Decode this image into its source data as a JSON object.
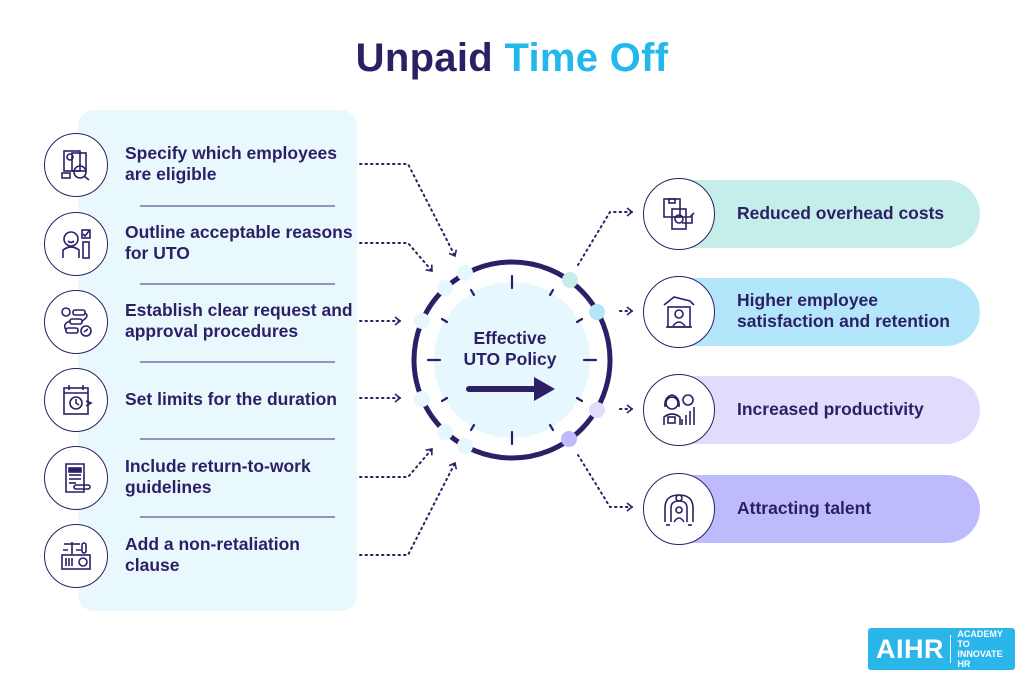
{
  "title": {
    "part1": "Unpaid",
    "part2": "Time Off",
    "color1": "#2d1f66",
    "color2": "#22b8ec"
  },
  "left_panel": {
    "background": "#e8f8fd",
    "items": [
      {
        "icon": "employee-documents-search-icon",
        "label": "Specify which employees are eligible"
      },
      {
        "icon": "employee-checklist-icon",
        "label": "Outline acceptable reasons for UTO"
      },
      {
        "icon": "workflow-approval-icon",
        "label": "Establish clear request and approval procedures"
      },
      {
        "icon": "calendar-clock-icon",
        "label": "Set limits for the duration"
      },
      {
        "icon": "document-pen-icon",
        "label": "Include return-to-work guidelines"
      },
      {
        "icon": "scales-justice-icon",
        "label": "Add a non-retaliation clause"
      }
    ]
  },
  "center": {
    "label_line1": "Effective",
    "label_line2": "UTO Policy",
    "icon": "arrow-right-icon"
  },
  "right_items": [
    {
      "icon": "money-handshake-icon",
      "label": "Reduced overhead costs",
      "color": "#c5eeea"
    },
    {
      "icon": "employee-protection-icon",
      "label": "Higher employee satisfaction and retention",
      "color": "#b3e6fa"
    },
    {
      "icon": "productivity-chart-icon",
      "label": "Increased productivity",
      "color": "#dfdcfc"
    },
    {
      "icon": "talent-magnet-icon",
      "label": "Attracting talent",
      "color": "#bdbbfb"
    }
  ],
  "logo": {
    "big": "AIHR",
    "line1": "ACADEMY TO",
    "line2": "INNOVATE HR",
    "color": "#2bb6e9"
  }
}
